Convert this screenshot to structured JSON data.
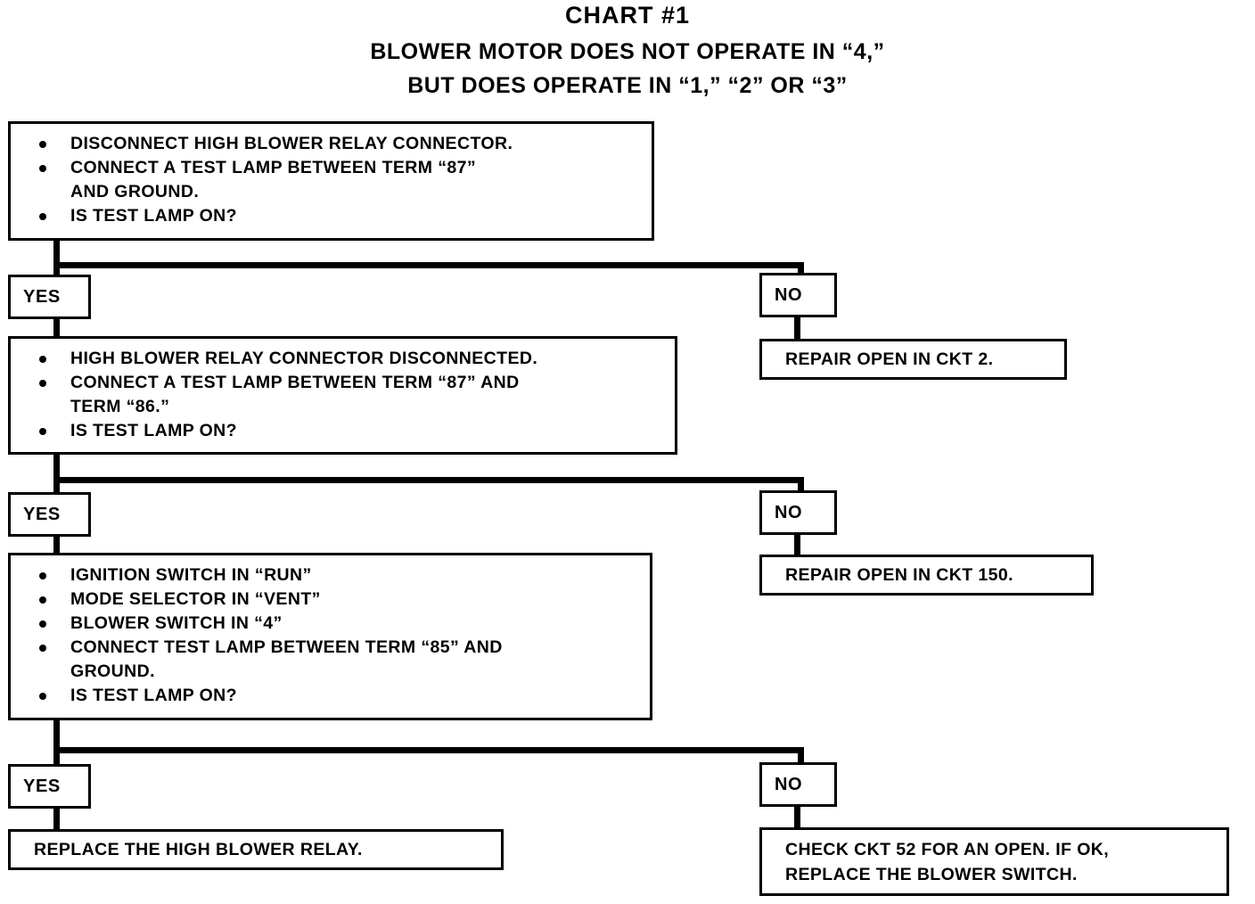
{
  "title": {
    "main": "CHART #1",
    "sub1": "BLOWER MOTOR DOES NOT OPERATE IN “4,”",
    "sub2": "BUT DOES OPERATE IN “1,” “2” OR “3”"
  },
  "labels": {
    "yes": "YES",
    "no": "NO"
  },
  "step1": {
    "bullets": [
      "DISCONNECT HIGH BLOWER RELAY CONNECTOR.",
      "CONNECT A TEST LAMP BETWEEN TERM “87”",
      "AND GROUND.",
      "IS TEST LAMP ON?"
    ]
  },
  "step2": {
    "bullets": [
      "HIGH BLOWER RELAY CONNECTOR DISCONNECTED.",
      "CONNECT A TEST LAMP BETWEEN TERM “87” AND",
      "TERM “86.”",
      "IS TEST LAMP ON?"
    ]
  },
  "step3": {
    "bullets": [
      "IGNITION SWITCH IN “RUN”",
      "MODE SELECTOR IN “VENT”",
      "BLOWER SWITCH IN “4”",
      "CONNECT TEST LAMP BETWEEN TERM “85” AND",
      "GROUND.",
      "IS TEST LAMP ON?"
    ]
  },
  "results": {
    "no1": "REPAIR OPEN IN CKT 2.",
    "no2": "REPAIR OPEN IN CKT 150.",
    "yes_final": "REPLACE THE HIGH BLOWER RELAY.",
    "no_final_line1": "CHECK CKT 52 FOR AN OPEN. IF OK,",
    "no_final_line2": "REPLACE THE BLOWER SWITCH."
  },
  "chart_data": {
    "type": "diagram",
    "title": "CHART #1 — BLOWER MOTOR DOES NOT OPERATE IN “4,” BUT DOES OPERATE IN “1,” “2” OR “3”",
    "nodes": [
      {
        "id": "step1",
        "kind": "test",
        "lines": [
          "DISCONNECT HIGH BLOWER RELAY CONNECTOR.",
          "CONNECT A TEST LAMP BETWEEN TERM “87” AND GROUND.",
          "IS TEST LAMP ON?"
        ]
      },
      {
        "id": "yes1",
        "kind": "branch",
        "label": "YES"
      },
      {
        "id": "no1",
        "kind": "branch",
        "label": "NO"
      },
      {
        "id": "no1result",
        "kind": "action",
        "lines": [
          "REPAIR OPEN IN CKT 2."
        ]
      },
      {
        "id": "step2",
        "kind": "test",
        "lines": [
          "HIGH BLOWER RELAY CONNECTOR DISCONNECTED.",
          "CONNECT A TEST LAMP BETWEEN TERM “87” AND TERM “86.”",
          "IS TEST LAMP ON?"
        ]
      },
      {
        "id": "yes2",
        "kind": "branch",
        "label": "YES"
      },
      {
        "id": "no2",
        "kind": "branch",
        "label": "NO"
      },
      {
        "id": "no2result",
        "kind": "action",
        "lines": [
          "REPAIR OPEN IN CKT 150."
        ]
      },
      {
        "id": "step3",
        "kind": "test",
        "lines": [
          "IGNITION SWITCH IN “RUN”",
          "MODE SELECTOR IN “VENT”",
          "BLOWER SWITCH IN “4”",
          "CONNECT TEST LAMP BETWEEN TERM “85” AND GROUND.",
          "IS TEST LAMP ON?"
        ]
      },
      {
        "id": "yes3",
        "kind": "branch",
        "label": "YES"
      },
      {
        "id": "no3",
        "kind": "branch",
        "label": "NO"
      },
      {
        "id": "yes3result",
        "kind": "action",
        "lines": [
          "REPLACE THE HIGH BLOWER RELAY."
        ]
      },
      {
        "id": "no3result",
        "kind": "action",
        "lines": [
          "CHECK CKT 52 FOR AN OPEN. IF OK,",
          "REPLACE THE BLOWER SWITCH."
        ]
      }
    ],
    "edges": [
      {
        "from": "step1",
        "to": "yes1",
        "label": "YES"
      },
      {
        "from": "step1",
        "to": "no1",
        "label": "NO"
      },
      {
        "from": "no1",
        "to": "no1result"
      },
      {
        "from": "yes1",
        "to": "step2"
      },
      {
        "from": "step2",
        "to": "yes2",
        "label": "YES"
      },
      {
        "from": "step2",
        "to": "no2",
        "label": "NO"
      },
      {
        "from": "no2",
        "to": "no2result"
      },
      {
        "from": "yes2",
        "to": "step3"
      },
      {
        "from": "step3",
        "to": "yes3",
        "label": "YES"
      },
      {
        "from": "step3",
        "to": "no3",
        "label": "NO"
      },
      {
        "from": "yes3",
        "to": "yes3result"
      },
      {
        "from": "no3",
        "to": "no3result"
      }
    ]
  }
}
